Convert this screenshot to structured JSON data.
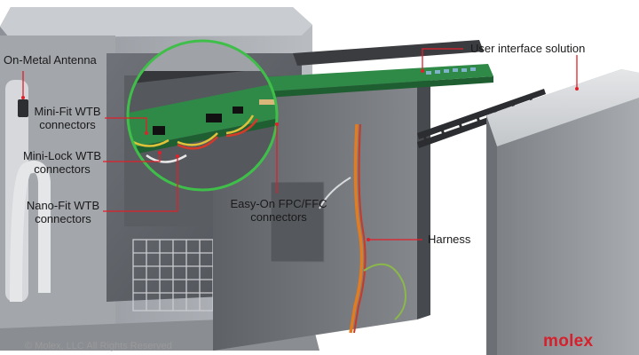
{
  "callouts": {
    "antenna": "On-Metal Antenna",
    "minifit_line1": "Mini-Fit WTB",
    "minifit_line2": "connectors",
    "minilock_line1": "Mini-Lock WTB",
    "minilock_line2": "connectors",
    "nanofit_line1": "Nano-Fit WTB",
    "nanofit_line2": "connectors",
    "easyon_line1": "Easy-On FPC/FFC",
    "easyon_line2": "connectors",
    "harness": "Harness",
    "ui_solution": "User interface solution"
  },
  "footer": {
    "copyright": "© Molex, LLC All Rights Reserved",
    "brand": "molex"
  },
  "colors": {
    "callout_line": "#e0202a",
    "pcb_green": "#2f8a47",
    "zoom_ring": "#3fbf4a",
    "brand_red": "#d6202b"
  }
}
